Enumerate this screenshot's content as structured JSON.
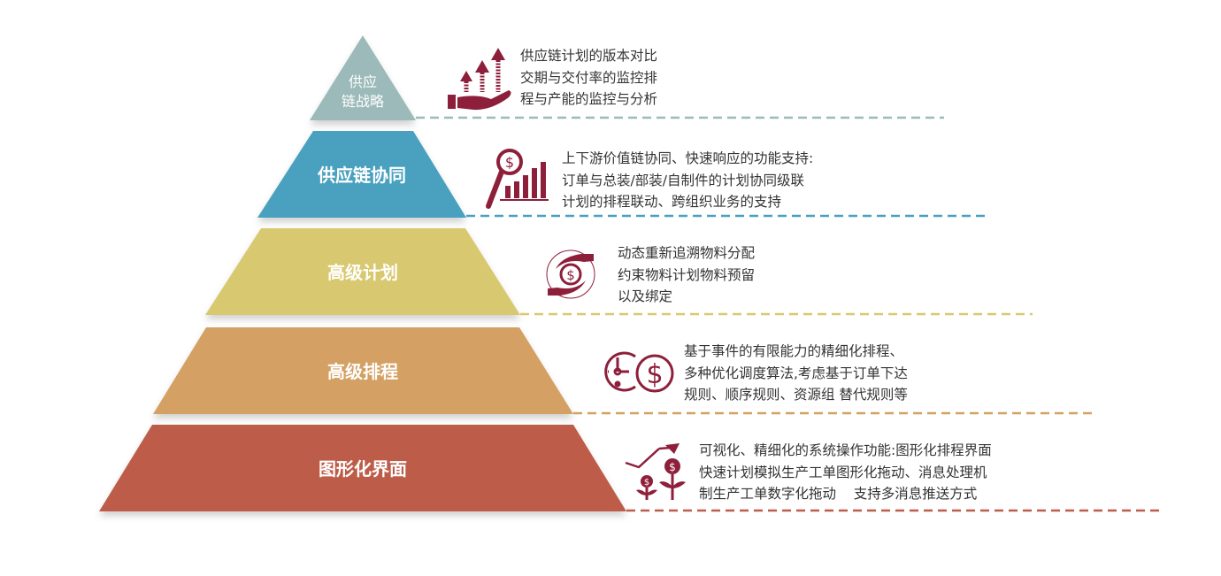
{
  "tiers": [
    {
      "label_lines": [
        "供应",
        "链战略"
      ],
      "color": "#9bbab9",
      "icon": "hand-rising-arrows-icon",
      "lines": [
        "供应链计划的版本对比",
        "交期与交付率的监控排",
        "程与产能的监控与分析"
      ]
    },
    {
      "label": "供应链协同",
      "color": "#4aa0bf",
      "icon": "magnifier-dollar-chart-icon",
      "lines": [
        "上下游价值链协同、快速响应的功能支持:",
        "订单与总装/部装/自制件的计划协同级联",
        "计划的排程联动、跨组织业务的支持"
      ]
    },
    {
      "label": "高级计划",
      "color": "#d8c970",
      "icon": "hands-exchange-coin-icon",
      "lines": [
        "动态重新追溯物料分配",
        "约束物料计划物料预留",
        "以及绑定"
      ]
    },
    {
      "label": "高级排程",
      "color": "#d4a063",
      "icon": "clock-dollar-icon",
      "lines": [
        "基于事件的有限能力的精细化排程、",
        "多种优化调度算法,考虑基于订单下达",
        "规则、顺序规则、资源组 替代规则等"
      ]
    },
    {
      "label": "图形化界面",
      "color": "#bd5d4a",
      "icon": "money-plant-growth-icon",
      "lines": [
        "可视化、精细化的系统操作功能:图形化排程界面",
        "快速计划模拟生产工单图形化拖动、消息处理机",
        "制生产工单数字化拖动    支持多消息推送方式"
      ]
    }
  ],
  "icon_color": "#8e1f3b"
}
